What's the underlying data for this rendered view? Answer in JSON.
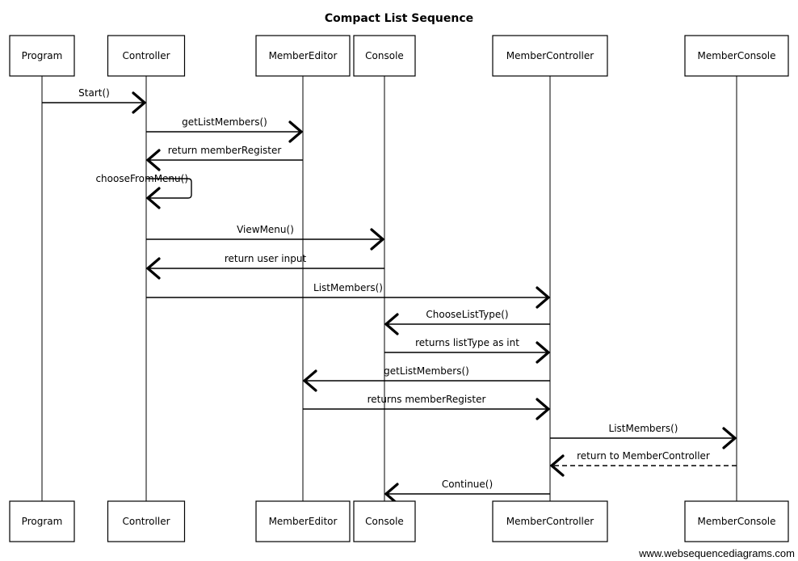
{
  "diagram": {
    "title": "Compact List Sequence",
    "participants": [
      {
        "id": "program",
        "label": "Program"
      },
      {
        "id": "controller",
        "label": "Controller"
      },
      {
        "id": "membereditor",
        "label": "MemberEditor"
      },
      {
        "id": "console",
        "label": "Console"
      },
      {
        "id": "membercontroller",
        "label": "MemberController"
      },
      {
        "id": "memberconsole",
        "label": "MemberConsole"
      }
    ],
    "messages": [
      {
        "from": "program",
        "to": "controller",
        "label": "Start()",
        "style": "solid"
      },
      {
        "from": "controller",
        "to": "membereditor",
        "label": "getListMembers()",
        "style": "solid"
      },
      {
        "from": "membereditor",
        "to": "controller",
        "label": "return memberRegister",
        "style": "solid"
      },
      {
        "from": "controller",
        "to": "controller",
        "label": "chooseFromMenu()",
        "style": "solid"
      },
      {
        "from": "controller",
        "to": "console",
        "label": "ViewMenu()",
        "style": "solid"
      },
      {
        "from": "console",
        "to": "controller",
        "label": "return user input",
        "style": "solid"
      },
      {
        "from": "controller",
        "to": "membercontroller",
        "label": "ListMembers()",
        "style": "solid"
      },
      {
        "from": "membercontroller",
        "to": "console",
        "label": "ChooseListType()",
        "style": "solid"
      },
      {
        "from": "console",
        "to": "membercontroller",
        "label": "returns listType as int",
        "style": "solid"
      },
      {
        "from": "membercontroller",
        "to": "membereditor",
        "label": "getListMembers()",
        "style": "solid"
      },
      {
        "from": "membereditor",
        "to": "membercontroller",
        "label": "returns memberRegister",
        "style": "solid"
      },
      {
        "from": "membercontroller",
        "to": "memberconsole",
        "label": "ListMembers()",
        "style": "solid"
      },
      {
        "from": "memberconsole",
        "to": "membercontroller",
        "label": "return to MemberController",
        "style": "dashed"
      },
      {
        "from": "membercontroller",
        "to": "console",
        "label": "Continue()",
        "style": "solid"
      }
    ],
    "watermark": "www.websequencediagrams.com"
  }
}
